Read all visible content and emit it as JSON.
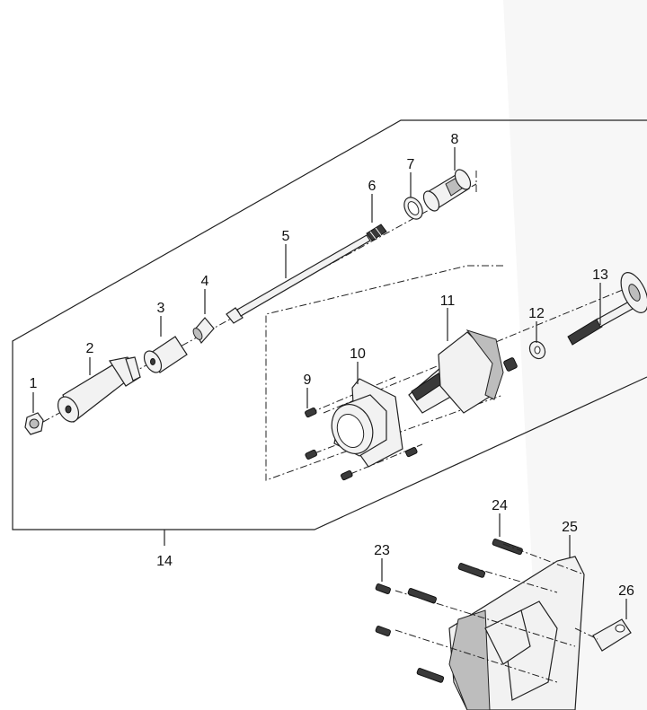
{
  "diagram": {
    "callouts": [
      {
        "id": "c1",
        "text": "1"
      },
      {
        "id": "c2",
        "text": "2"
      },
      {
        "id": "c3",
        "text": "3"
      },
      {
        "id": "c4",
        "text": "4"
      },
      {
        "id": "c5",
        "text": "5"
      },
      {
        "id": "c6",
        "text": "6"
      },
      {
        "id": "c7",
        "text": "7"
      },
      {
        "id": "c8",
        "text": "8"
      },
      {
        "id": "c9",
        "text": "9"
      },
      {
        "id": "c10",
        "text": "10"
      },
      {
        "id": "c11",
        "text": "11"
      },
      {
        "id": "c12",
        "text": "12"
      },
      {
        "id": "c13",
        "text": "13"
      },
      {
        "id": "c14",
        "text": "14"
      },
      {
        "id": "c23",
        "text": "23"
      },
      {
        "id": "c24",
        "text": "24"
      },
      {
        "id": "c25",
        "text": "25"
      },
      {
        "id": "c26",
        "text": "26"
      }
    ]
  }
}
